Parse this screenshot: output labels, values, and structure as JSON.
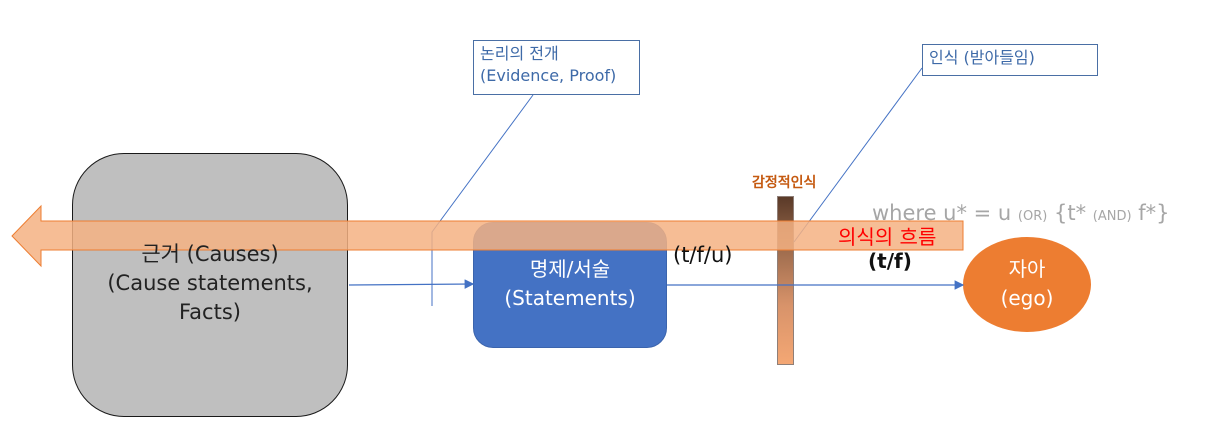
{
  "colors": {
    "causes_fill": "#bfbfbf",
    "statements_fill": "#4472c4",
    "ego_fill": "#ed7d31",
    "flow_arrow_fill": "#f4b183",
    "callout_text": "#3e6aa8",
    "connector": "#4472c4",
    "emotional_label": "#c55a11",
    "flow_label": "#ff0000",
    "where_text": "#a6a6a6"
  },
  "nodes": {
    "causes": {
      "line1": "근거 (Causes)",
      "line2": "(Cause statements,",
      "line3": "Facts)"
    },
    "statements": {
      "line1": "명제/서술",
      "line2": "(Statements)"
    },
    "ego": {
      "line1": "자아",
      "line2": "(ego)"
    }
  },
  "callouts": {
    "logic": {
      "line1": "논리의 전개",
      "line2": "(Evidence, Proof)"
    },
    "recognition": {
      "text": "인식 (받아들임)"
    }
  },
  "labels": {
    "emotional_recognition": "감정적인식",
    "flow_of_consciousness": "의식의 흐름",
    "statement_values": "(t/f/u)",
    "ego_values": "(t/f)",
    "where": {
      "part1": "where u* = u ",
      "or": "(OR)",
      "part2": " {t* ",
      "and": "(AND)",
      "part3": " f*}"
    }
  }
}
